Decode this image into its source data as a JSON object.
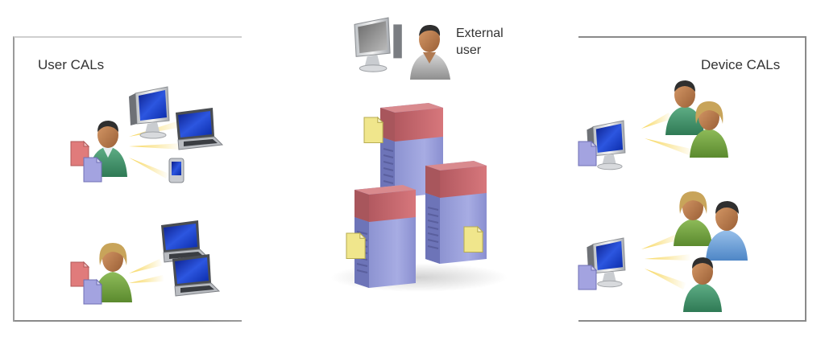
{
  "labels": {
    "user_cals": "User CALs",
    "device_cals": "Device CALs",
    "external_user": "External\nuser"
  },
  "icons": {
    "computer": "computer-monitor-icon",
    "laptop": "laptop-icon",
    "phone": "mobile-phone-icon",
    "server": "server-tower-icon",
    "user": "user-person-icon",
    "license": "license-document-icon"
  },
  "colors": {
    "server_top": "#c8646b",
    "server_body": "#9aa0d8",
    "doc_yellow": "#f0e68c",
    "doc_red": "#e07b7b",
    "doc_blue": "#a3a3e0",
    "screen_blue": "#1f3fc0",
    "rays": "#f6d24a"
  }
}
